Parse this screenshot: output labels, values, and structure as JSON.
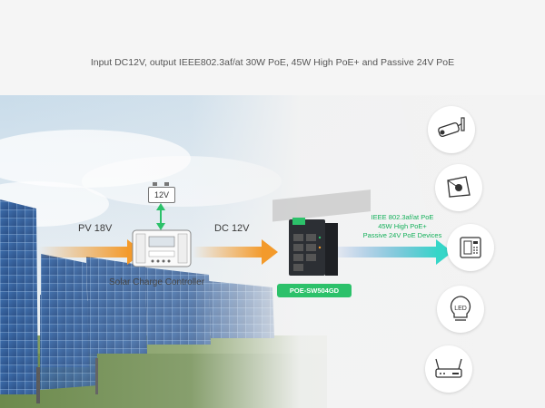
{
  "header": {
    "caption": "Input DC12V, output IEEE802.3af/at 30W PoE, 45W High PoE+ and Passive 24V PoE"
  },
  "diagram": {
    "battery_label": "12V",
    "pv_label": "PV 18V",
    "dc_label": "DC 12V",
    "controller_label": "Solar Charge Controller",
    "switch_model": "POE-SW504GD",
    "poe_output": {
      "line1": "IEEE 802.3af/at PoE",
      "line2": "45W High PoE+",
      "line3": "Passive 24V PoE Devices"
    },
    "led_label": "LED",
    "devices": [
      "camera-icon",
      "ptz-camera-icon",
      "access-control-icon",
      "led-light-icon",
      "router-icon"
    ],
    "colors": {
      "accent_green": "#2cc16a",
      "arrow_orange": "#f39a2b",
      "arrow_cyan": "#35d6c8"
    }
  }
}
